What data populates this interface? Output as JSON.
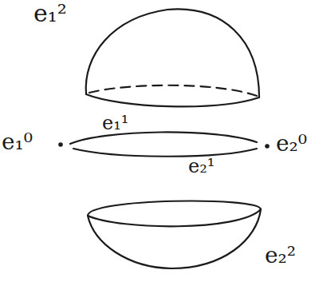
{
  "diagram": {
    "labels": [
      "e₁²",
      "e₁⁰",
      "e₁¹",
      "e₂¹",
      "e₂⁰",
      "e₂²"
    ]
  }
}
